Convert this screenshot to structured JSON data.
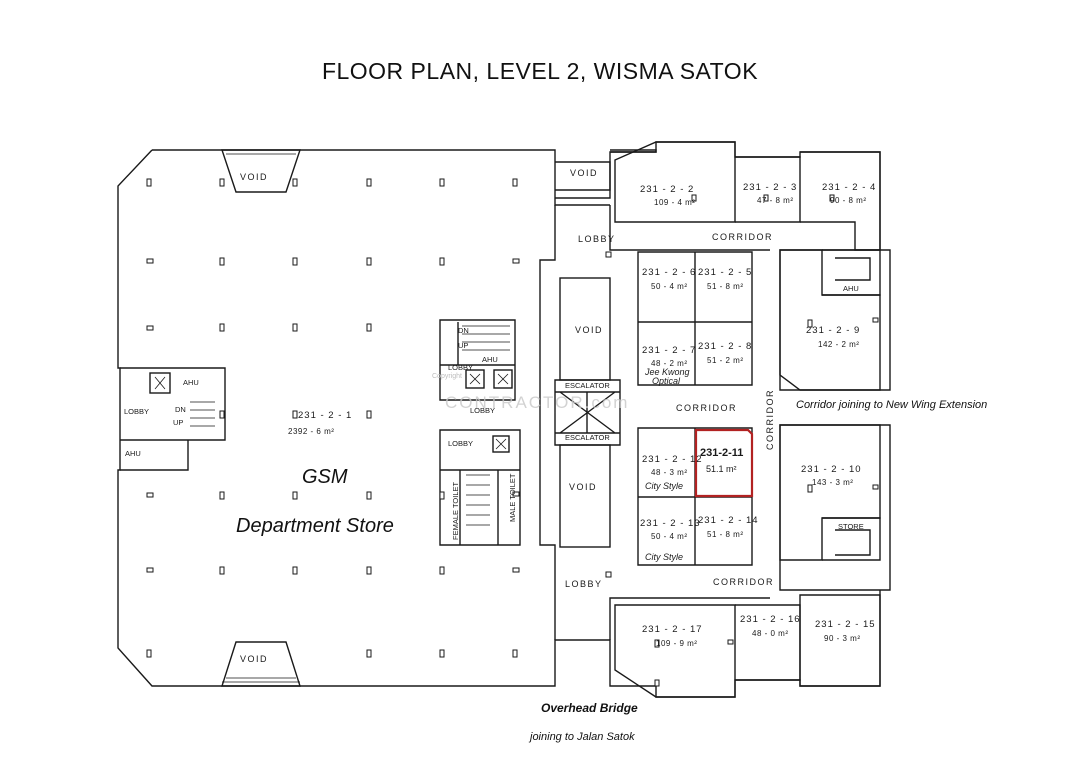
{
  "title": "FLOOR PLAN, LEVEL 2, WISMA SATOK",
  "watermark": "CONTRACTOR.com",
  "watermark_small": "Copyright",
  "highlight_color": "#b22222",
  "labels": {
    "void": "VOID",
    "lobby": "LOBBY",
    "corridor": "CORRIDOR",
    "escalator": "ESCALATOR",
    "ahu": "AHU",
    "store": "STORE",
    "up": "UP",
    "dn": "DN",
    "female_toilet": "FEMALE TOILET",
    "male_toilet": "MALE TOILET"
  },
  "units": {
    "u1": {
      "id": "231 - 2 - 1",
      "area": "2392 - 6 m²"
    },
    "u2": {
      "id": "231 - 2 - 2",
      "area": "109 - 4 m²"
    },
    "u3": {
      "id": "231 - 2 - 3",
      "area": "47 - 8 m²"
    },
    "u4": {
      "id": "231 - 2 - 4",
      "area": "90 - 8 m²"
    },
    "u5": {
      "id": "231 - 2 - 5",
      "area": "51 - 8 m²"
    },
    "u6": {
      "id": "231 - 2 - 6",
      "area": "50 - 4 m²"
    },
    "u7": {
      "id": "231 - 2 - 7",
      "area": "48 - 2 m²"
    },
    "u8": {
      "id": "231 - 2 - 8",
      "area": "51 - 2 m²"
    },
    "u9": {
      "id": "231 - 2 - 9",
      "area": "142 - 2 m²"
    },
    "u10": {
      "id": "231 - 2 - 10",
      "area": "143 - 3 m²"
    },
    "u11": {
      "id": "231-2-11",
      "area": "51.1 m²"
    },
    "u12": {
      "id": "231 - 2 - 12",
      "area": "48 - 3 m²"
    },
    "u13": {
      "id": "231 - 2 - 13",
      "area": "50 - 4 m²"
    },
    "u14": {
      "id": "231 - 2 - 14",
      "area": "51 - 8 m²"
    },
    "u15": {
      "id": "231 - 2 - 15",
      "area": "90 - 3 m²"
    },
    "u16": {
      "id": "231 - 2 - 16",
      "area": "48 - 0 m²"
    },
    "u17": {
      "id": "231 - 2 - 17",
      "area": "109 - 9 m²"
    }
  },
  "tenants": {
    "jee_kwong": "Jee Kwong",
    "jee_kwong_2": "Optical",
    "city_style": "City Style"
  },
  "gsm": "GSM",
  "dept_store": "Department Store",
  "corridor_note": "Corridor joining to New Wing Extension",
  "bridge": "Overhead Bridge",
  "bridge_note": "joining to Jalan Satok"
}
